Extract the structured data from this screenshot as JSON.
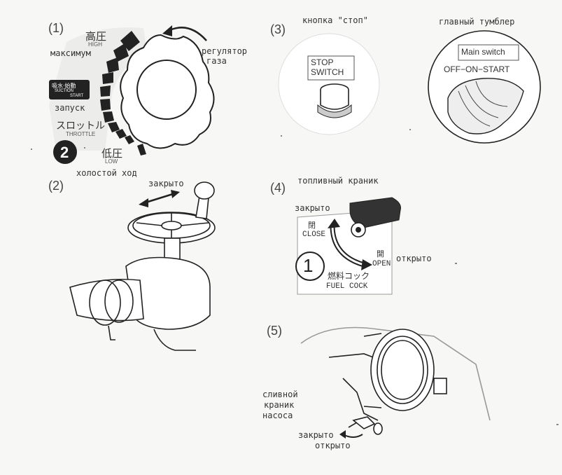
{
  "panels": {
    "p1": {
      "number": "(1)",
      "high_jp": "高圧",
      "high_en": "HIGH",
      "max_ru": "максимум",
      "suction_jp": "吸水·始動",
      "suction_en1": "SUCTION",
      "suction_en2": "START",
      "start_ru": "запуск",
      "throttle_jp": "スロットル",
      "throttle_en": "THROTTLE",
      "step": "2",
      "low_jp": "低圧",
      "low_en": "LOW",
      "idle_ru": "холостой ход",
      "regulator_ru_1": "регулятор",
      "regulator_ru_2": "газа"
    },
    "p2": {
      "number": "(2)",
      "closed_ru": "закрыто"
    },
    "p3": {
      "number": "(3)",
      "stop_ru": "кнопка \"стоп\"",
      "stop_label_1": "STOP",
      "stop_label_2": "SWITCH",
      "main_ru": "главный тумблер",
      "main_label": "Main switch",
      "positions": "OFF−ON−START"
    },
    "p4": {
      "number": "(4)",
      "cock_ru": "топливный краник",
      "closed_ru": "закрыто",
      "close_jp": "閉",
      "close_en": "CLOSE",
      "open_jp": "開",
      "open_en": "OPEN",
      "open_ru": "открыто",
      "step": "1",
      "fuel_jp": "燃料コック",
      "fuel_en": "FUEL COCK"
    },
    "p5": {
      "number": "(5)",
      "drain_ru_1": "сливной",
      "drain_ru_2": "краник",
      "drain_ru_3": "насоса",
      "closed_ru": "закрыто",
      "open_ru": "открыто"
    }
  },
  "colors": {
    "ink": "#2a2a2a",
    "paper": "#f7f7f5",
    "gray": "#9a9a9a"
  }
}
